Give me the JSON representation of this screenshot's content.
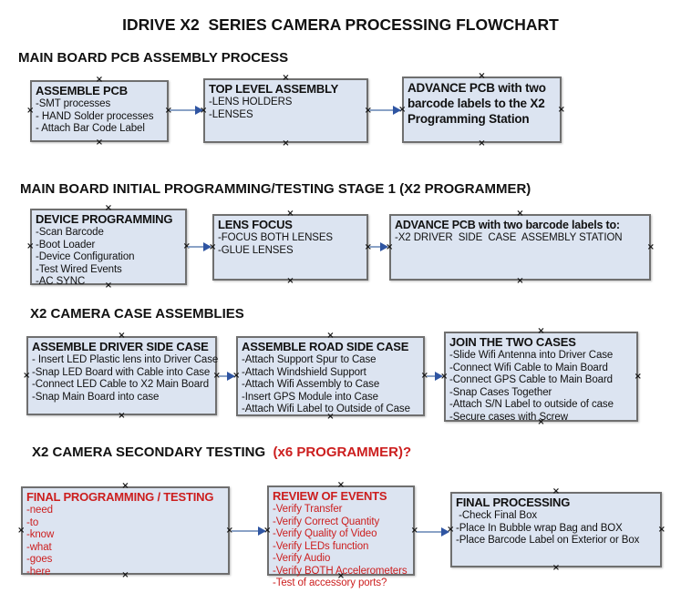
{
  "title": "IDRIVE X2  SERIES CAMERA PROCESSING FLOWCHART",
  "sections": [
    {
      "heading": "MAIN BOARD PCB ASSEMBLY PROCESS"
    },
    {
      "heading": "MAIN BOARD INITIAL PROGRAMMING/TESTING STAGE 1 (X2 PROGRAMMER)"
    },
    {
      "heading": "X2 CAMERA CASE ASSEMBLIES"
    },
    {
      "heading": "X2 CAMERA SECONDARY TESTING",
      "heading_red": "  (x6 PROGRAMMER)?"
    }
  ],
  "boxes": {
    "assemble_pcb": {
      "title": "ASSEMBLE PCB",
      "items": [
        "-SMT processes",
        "- HAND Solder processes",
        "- Attach Bar Code Label"
      ]
    },
    "top_level_assembly": {
      "title": "TOP LEVEL ASSEMBLY",
      "items": [
        "-LENS HOLDERS",
        "-LENSES"
      ]
    },
    "advance_pcb_programming": {
      "title": "ADVANCE PCB with two barcode labels to the X2 Programming Station",
      "items": []
    },
    "device_programming": {
      "title": "DEVICE PROGRAMMING",
      "items": [
        "-Scan Barcode",
        "-Boot Loader",
        "-Device Configuration",
        "-Test Wired Events",
        "-AC SYNC"
      ]
    },
    "lens_focus": {
      "title": "LENS FOCUS",
      "items": [
        "-FOCUS BOTH LENSES",
        "-GLUE LENSES"
      ]
    },
    "advance_pcb_case": {
      "title": "ADVANCE PCB with two barcode labels to:",
      "items": [
        "-X2 DRIVER  SIDE  CASE  ASSEMBLY STATION"
      ]
    },
    "assemble_driver_side_case": {
      "title": "ASSEMBLE DRIVER SIDE CASE",
      "items": [
        "- Insert LED Plastic lens into Driver Case",
        "-Snap LED Board with Cable into Case",
        "-Connect LED Cable to X2 Main Board",
        "-Snap Main Board into case"
      ]
    },
    "assemble_road_side_case": {
      "title": "ASSEMBLE ROAD SIDE CASE",
      "items": [
        "-Attach Support Spur to Case",
        "-Attach Windshield Support",
        "-Attach Wifi Assembly to Case",
        "-Insert GPS Module into Case",
        "-Attach Wifi Label to Outside of Case"
      ]
    },
    "join_the_two_cases": {
      "title": "JOIN THE TWO CASES",
      "items": [
        "-Slide Wifi Antenna into Driver Case",
        "-Connect Wifi Cable to Main Board",
        "-Connect GPS Cable to Main Board",
        "-Snap Cases Together",
        "-Attach S/N Label to outside of case",
        "-Secure cases with Screw"
      ]
    },
    "final_programming_testing": {
      "title": "FINAL PROGRAMMING / TESTING",
      "items": [
        "-need",
        "-to",
        "-know",
        "-what",
        "-goes",
        "-here"
      ]
    },
    "review_of_events": {
      "title": "REVIEW OF EVENTS",
      "items": [
        "-Verify Transfer",
        "-Verify Correct Quantity",
        "-Verify Quality of Video",
        "-Verify LEDs function",
        "-Verify Audio",
        "-Verify BOTH Accelerometers",
        "-Test of accessory ports?"
      ]
    },
    "final_processing": {
      "title": "FINAL PROCESSING",
      "items": [
        " -Check Final Box",
        "-Place In Bubble wrap Bag and BOX",
        "-Place Barcode Label on Exterior or Box"
      ]
    }
  },
  "icons": {
    "anchor_glyph": "×"
  },
  "colors": {
    "box_fill": "#dce4f1",
    "box_border": "#6f6f6f",
    "arrow_line": "#8aa2c6",
    "arrow_head": "#2f55a2",
    "alert_red": "#cc1e1e",
    "text": "#111111"
  }
}
